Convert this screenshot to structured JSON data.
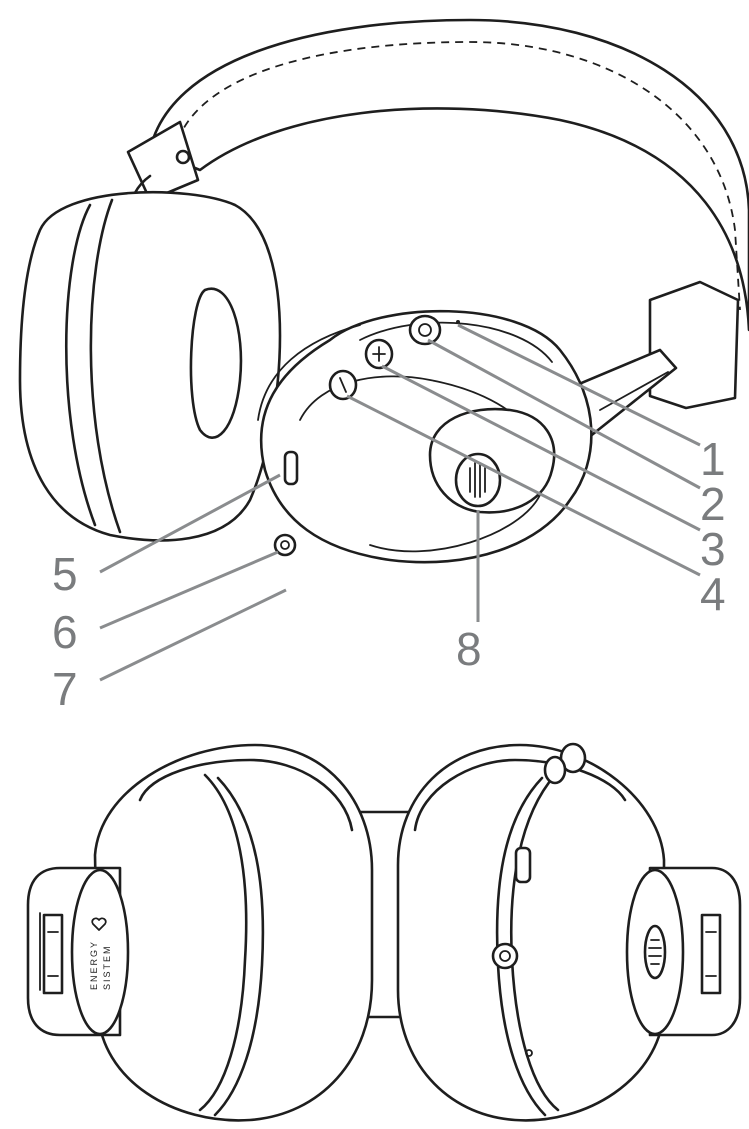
{
  "callouts": [
    {
      "label": "1"
    },
    {
      "label": "2"
    },
    {
      "label": "3"
    },
    {
      "label": "4"
    },
    {
      "label": "5"
    },
    {
      "label": "6"
    },
    {
      "label": "7"
    },
    {
      "label": "8"
    }
  ],
  "brand": {
    "word1": "ENERGY",
    "word2": "SISTEM"
  },
  "colors": {
    "line": "#1e1e1e",
    "leader": "#8a8c8e",
    "callout_text": "#7a7c7e",
    "background": "#ffffff"
  },
  "icons": [
    "minus-icon",
    "plus-icon",
    "power-icon",
    "usb-c-port-icon",
    "audio-jack-icon",
    "microphone-grille-icon",
    "energy-sistem-logo-icon"
  ]
}
